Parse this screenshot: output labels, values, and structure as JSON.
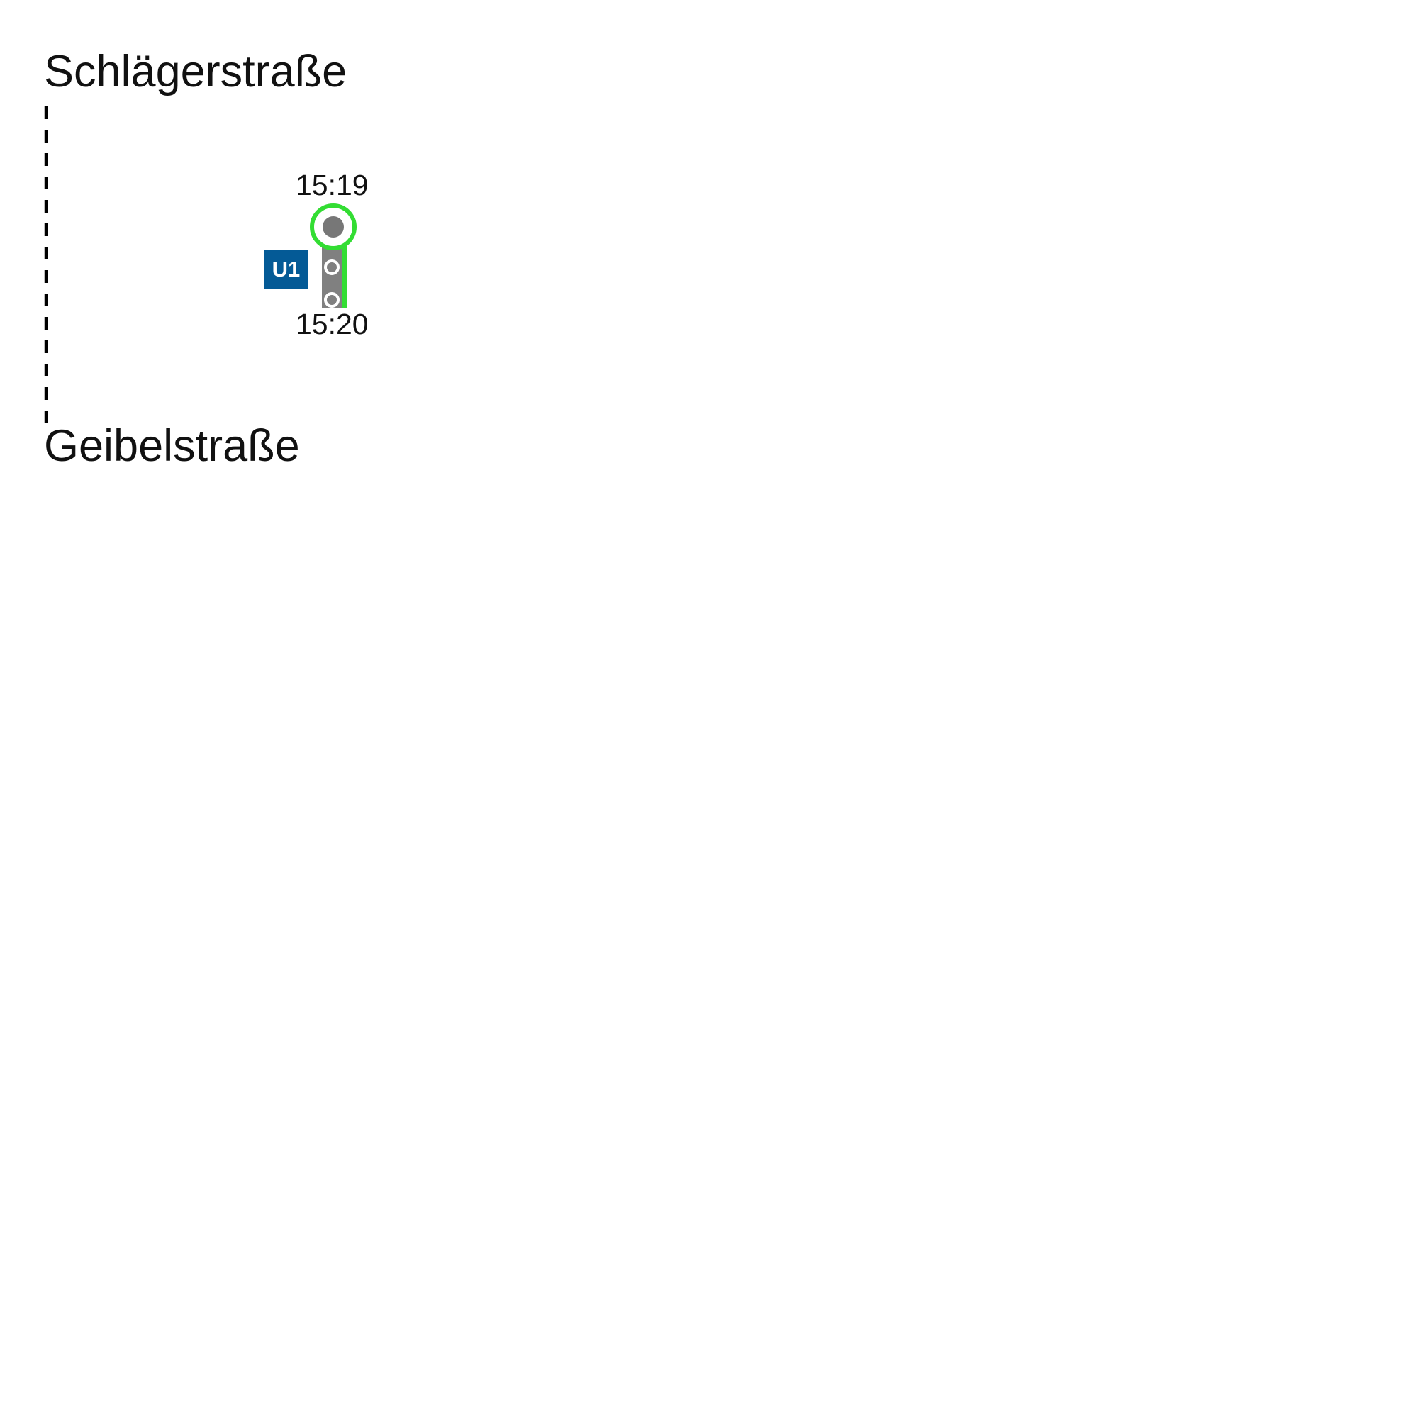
{
  "trip": {
    "origin": "Schlägerstraße",
    "destination": "Geibelstraße",
    "departure_time": "15:19",
    "arrival_time": "15:20",
    "line": "U1"
  },
  "colors": {
    "line_badge": "#045a96",
    "highlight": "#33dd33",
    "track": "#808080",
    "text": "#111111",
    "walk_path": "#000000"
  },
  "icons": {
    "walk_path": "dashed-line",
    "current_stop": "ring-marker",
    "intermediate_stop": "small-circle-marker"
  }
}
